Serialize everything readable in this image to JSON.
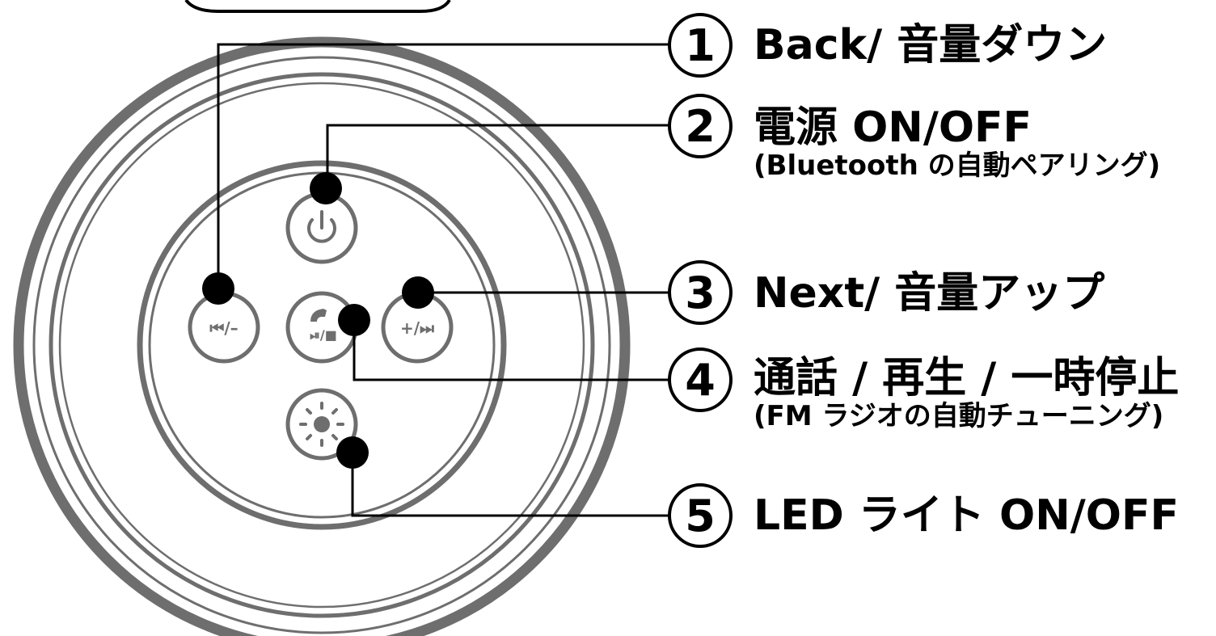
{
  "callouts": [
    {
      "number": "1",
      "label": "Back/ 音量ダウン",
      "sublabel": ""
    },
    {
      "number": "2",
      "label": "電源 ON/OFF",
      "sublabel": "(Bluetooth の自動ペアリング)"
    },
    {
      "number": "3",
      "label": "Next/ 音量アップ",
      "sublabel": ""
    },
    {
      "number": "4",
      "label": "通話 / 再生 / 一時停止",
      "sublabel": "(FM ラジオの自動チューニング)"
    },
    {
      "number": "5",
      "label": "LED ライト ON/OFF",
      "sublabel": ""
    }
  ],
  "buttons": {
    "prev": "⏮/–",
    "next": "+/⏭",
    "play": "⏯/■"
  },
  "colors": {
    "ring": "#6e6e6e",
    "line": "#000000",
    "dot": "#000000"
  }
}
